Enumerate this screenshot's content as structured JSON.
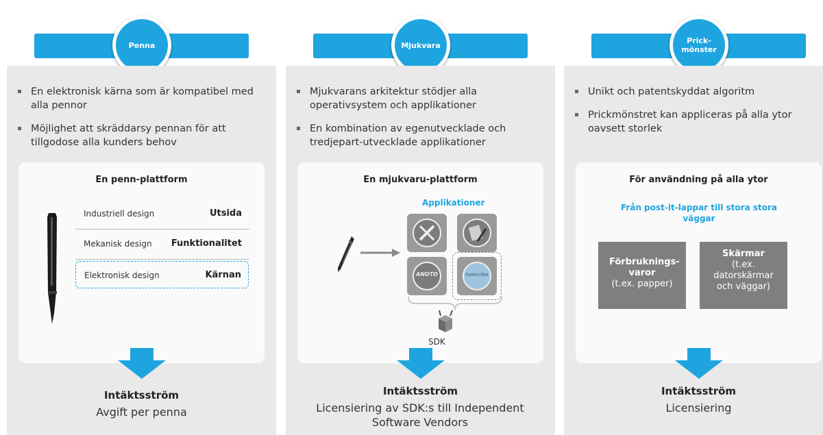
{
  "columns": [
    {
      "badge": "Penna",
      "bullets": [
        "En elektronisk kärna som är kompatibel med alla pennor",
        "Möjlighet att skräddarsy pennan för att tillgodose alla kunders behov"
      ],
      "card_title": "En penn-plattform",
      "rows": [
        {
          "label": "Industriell design",
          "value": "Utsida"
        },
        {
          "label": "Mekanisk design",
          "value": "Funktionalitet"
        },
        {
          "label": "Elektronisk design",
          "value": "Kärnan"
        }
      ],
      "revenue_title": "Intäktsström",
      "revenue_text": "Avgift per penna"
    },
    {
      "badge": "Mjukvara",
      "bullets": [
        "Mjukvarans arkitektur stödjer alla operativsystem och applikationer",
        "En kombination av egenutvecklade och tredjepart-utvecklade applikationer"
      ],
      "card_title": "En mjukvaru-plattform",
      "apps_label": "Applikationer",
      "app_logos": [
        "ANOTO",
        "livescribe"
      ],
      "sdk_label": "SDK",
      "revenue_title": "Intäktsström",
      "revenue_text": "Licensiering av SDK:s till Independent Software Vendors"
    },
    {
      "badge": "Prick-mönster",
      "bullets": [
        "Unikt och patentskyddat algoritm",
        "Prickmönstret kan appliceras på alla ytor oavsett storlek"
      ],
      "card_title": "För användning på alla ytor",
      "subtitle": "Från post-it-lappar till stora stora väggar",
      "boxes": [
        {
          "title": "Förbruknings-varor",
          "sub": "(t.ex. papper)"
        },
        {
          "title": "Skärmar",
          "sub": "(t.ex. datorskärmar och väggar)"
        }
      ],
      "revenue_title": "Intäktsström",
      "revenue_text": "Licensiering"
    }
  ],
  "colors": {
    "accent": "#1ea5e0",
    "panel": "#e9e9e9",
    "card": "#fafafa",
    "box": "#7f7f7f"
  },
  "icons": [
    "pen-icon",
    "arrow-down-icon",
    "tools-icon",
    "notepad-icon",
    "sdk-toolbox-icon"
  ]
}
